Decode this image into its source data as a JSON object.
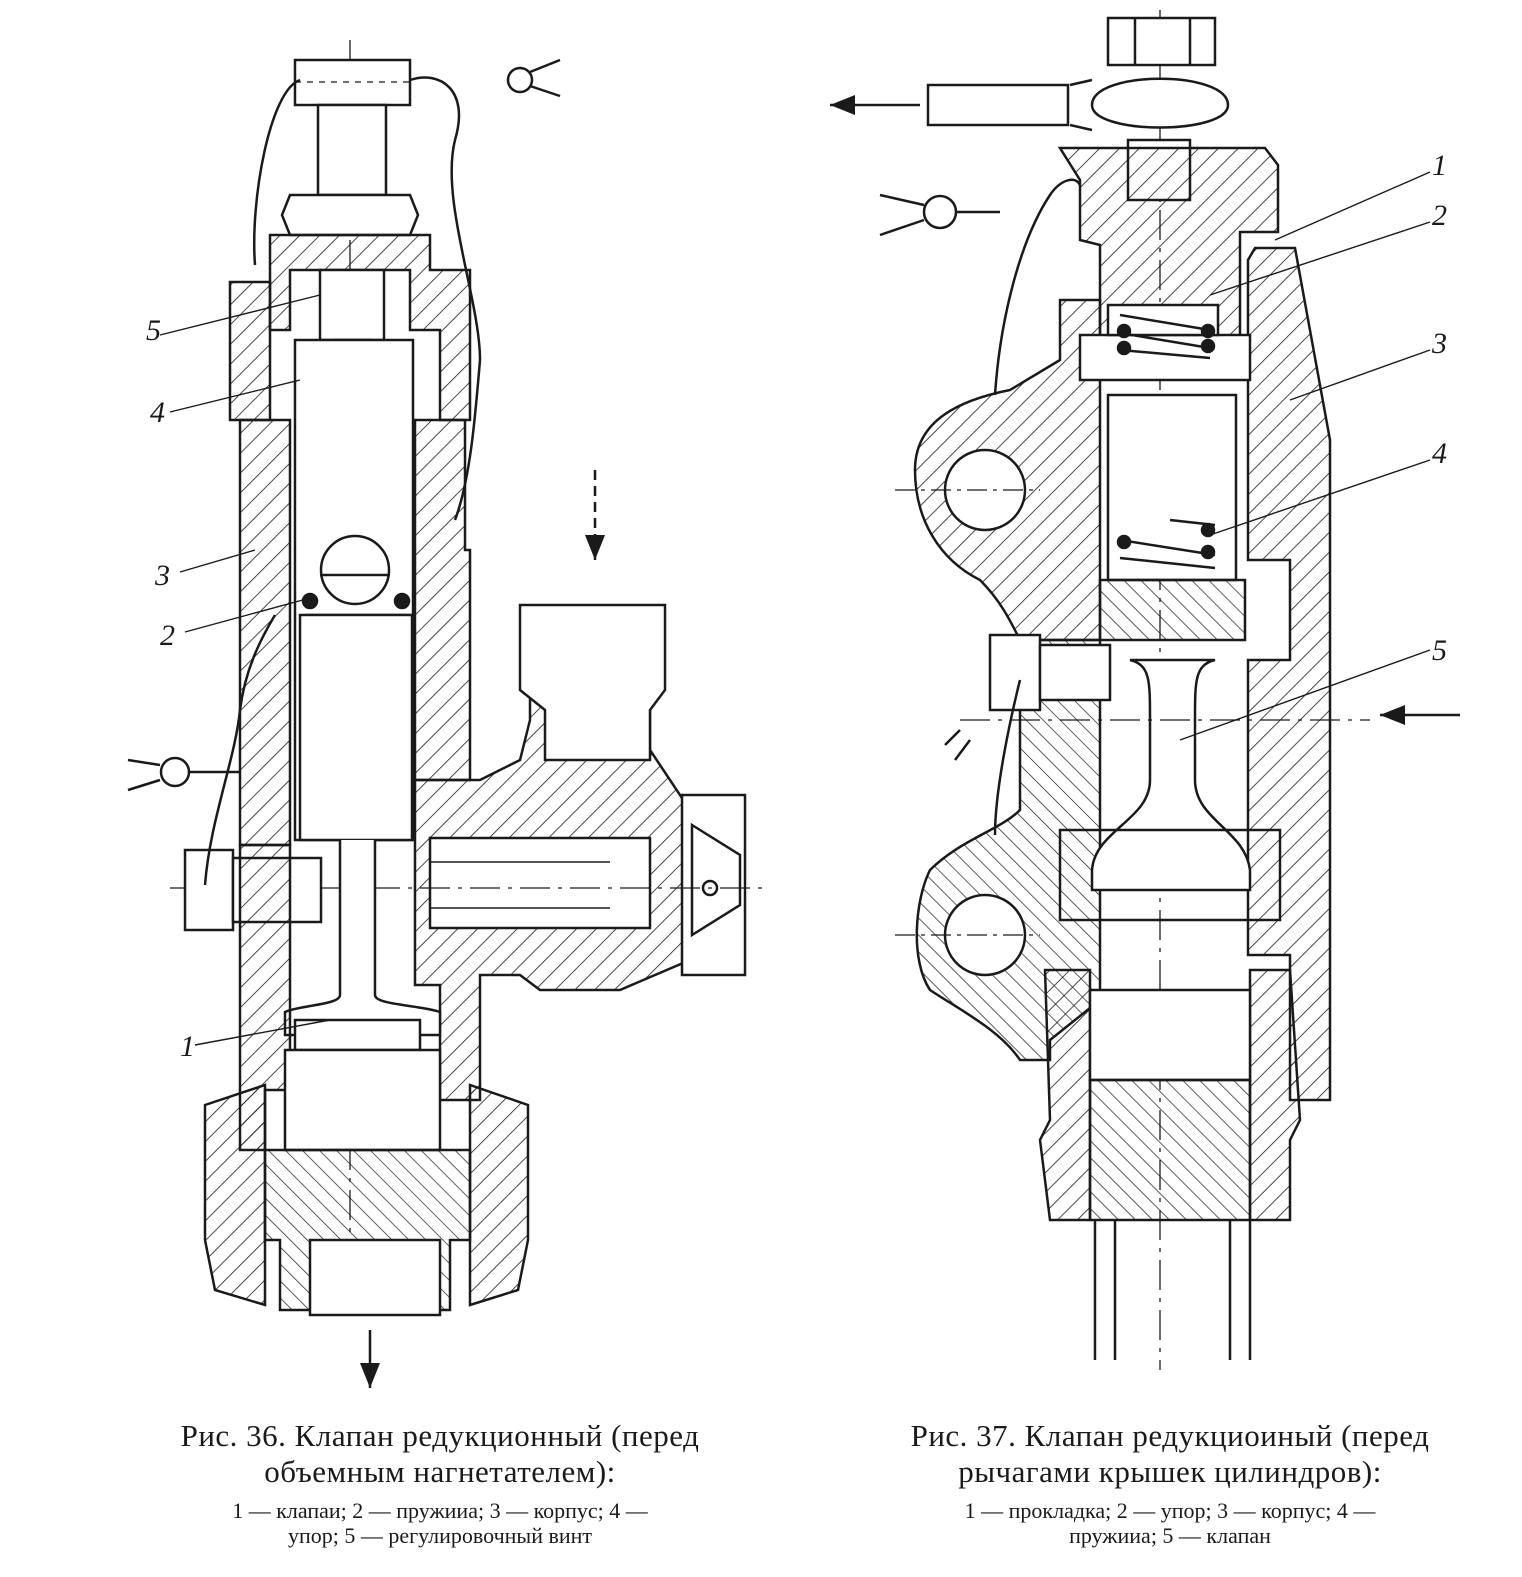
{
  "figure36": {
    "labels": [
      "5",
      "4",
      "3",
      "2",
      "1"
    ],
    "caption_title_line1": "Рис. 36. Клапан редукционный (перед",
    "caption_title_line2": "объемным нагнетателем):",
    "legend_line1": "1 — клапаи;  2 — пружииа;  3 — корпус;  4 —",
    "legend_line2": "упор;  5 — регулировочный винт"
  },
  "figure37": {
    "labels": [
      "1",
      "2",
      "3",
      "4",
      "5"
    ],
    "caption_title_line1": "Рис. 37. Клапан редукциоиный (перед",
    "caption_title_line2": "рычагами крышек цилиндров):",
    "legend_line1": "1 — прокладка;  2 — упор;  3 — корпус;   4 —",
    "legend_line2": "пружииа;  5 — клапан"
  },
  "colors": {
    "ink": "#1a1a1a",
    "paper": "#ffffff"
  }
}
